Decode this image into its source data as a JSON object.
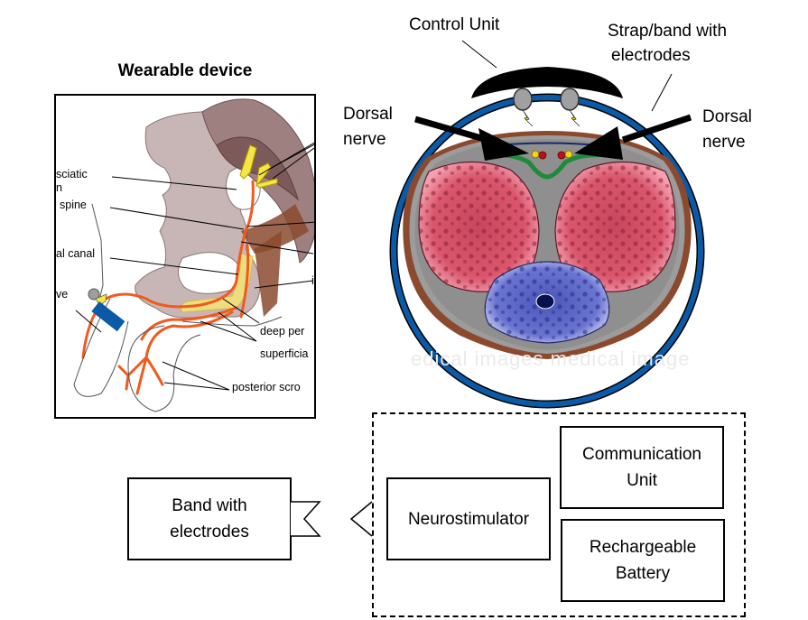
{
  "left_panel": {
    "title": "Wearable device",
    "labels": {
      "sciatic": "sciatic",
      "sciatic_line2": "n",
      "spine": "spine",
      "canal": "al canal",
      "nerve": "ve",
      "deep": "deep per",
      "superficial": "superficia",
      "posterior": "posterior scro",
      "i_label": "i"
    }
  },
  "cross_section": {
    "control_unit": "Control Unit",
    "strap_line1": "Strap/band with",
    "strap_line2": "electrodes",
    "dorsal_left_line1": "Dorsal",
    "dorsal_left_line2": "nerve",
    "dorsal_right_line1": "Dorsal",
    "dorsal_right_line2": "nerve",
    "watermark": "edical images    medical image"
  },
  "block_diagram": {
    "band_line1": "Band with",
    "band_line2": "electrodes",
    "neurostimulator": "Neurostimulator",
    "comm_line1": "Communication",
    "comm_line2": "Unit",
    "battery_line1": "Rechargeable",
    "battery_line2": "Battery"
  },
  "colors": {
    "band_blue": "#0a5aa8",
    "control_black": "#000000",
    "nerve_orange": "#f05a1e",
    "nerve_yellow": "#f5e642",
    "bone": "#c7b5b5",
    "muscle_dark": "#8a5e5e",
    "corpus_pink": "#e8788c",
    "spongiosum_blue": "#7b82d8",
    "fascia_green": "#1f8a3a",
    "tunica_brown": "#8b4a2e"
  }
}
